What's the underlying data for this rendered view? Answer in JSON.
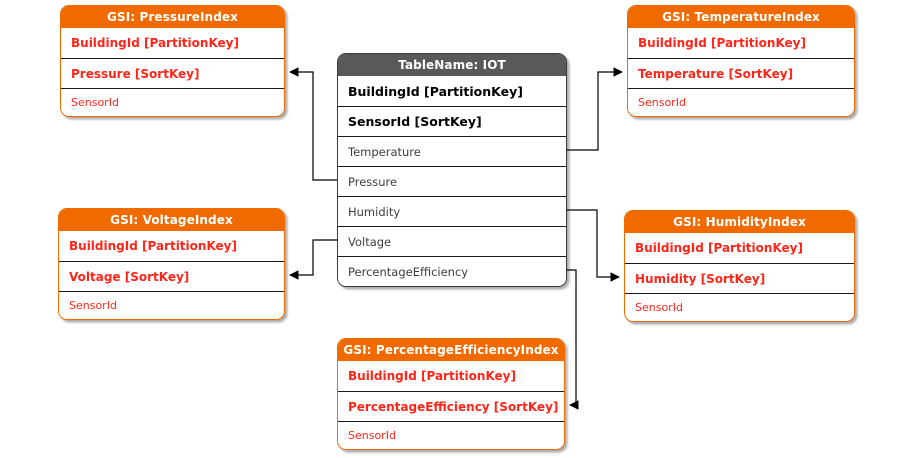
{
  "colors": {
    "orange": "#f06a00",
    "red": "#ff2619",
    "dark-header": "#595959",
    "line": "#1a1a1a"
  },
  "main_table": {
    "title": "TableName: IOT",
    "partition_key": "BuildingId [PartitionKey]",
    "sort_key": "SensorId [SortKey]",
    "attributes": [
      "Temperature",
      "Pressure",
      "Humidity",
      "Voltage",
      "PercentageEfficiency"
    ]
  },
  "gsi_tables": [
    {
      "title": "GSI: PressureIndex",
      "partition_key": "BuildingId [PartitionKey]",
      "sort_key": "Pressure [SortKey]",
      "attribute": "SensorId"
    },
    {
      "title": "GSI: TemperatureIndex",
      "partition_key": "BuildingId [PartitionKey]",
      "sort_key": "Temperature [SortKey]",
      "attribute": "SensorId"
    },
    {
      "title": "GSI: VoltageIndex",
      "partition_key": "BuildingId [PartitionKey]",
      "sort_key": "Voltage [SortKey]",
      "attribute": "SensorId"
    },
    {
      "title": "GSI: HumidityIndex",
      "partition_key": "BuildingId [PartitionKey]",
      "sort_key": "Humidity [SortKey]",
      "attribute": "SensorId"
    },
    {
      "title": "GSI: PercentageEfficiencyIndex",
      "partition_key": "BuildingId [PartitionKey]",
      "sort_key": "PercentageEfficiency [SortKey]",
      "attribute": "SensorId"
    }
  ]
}
